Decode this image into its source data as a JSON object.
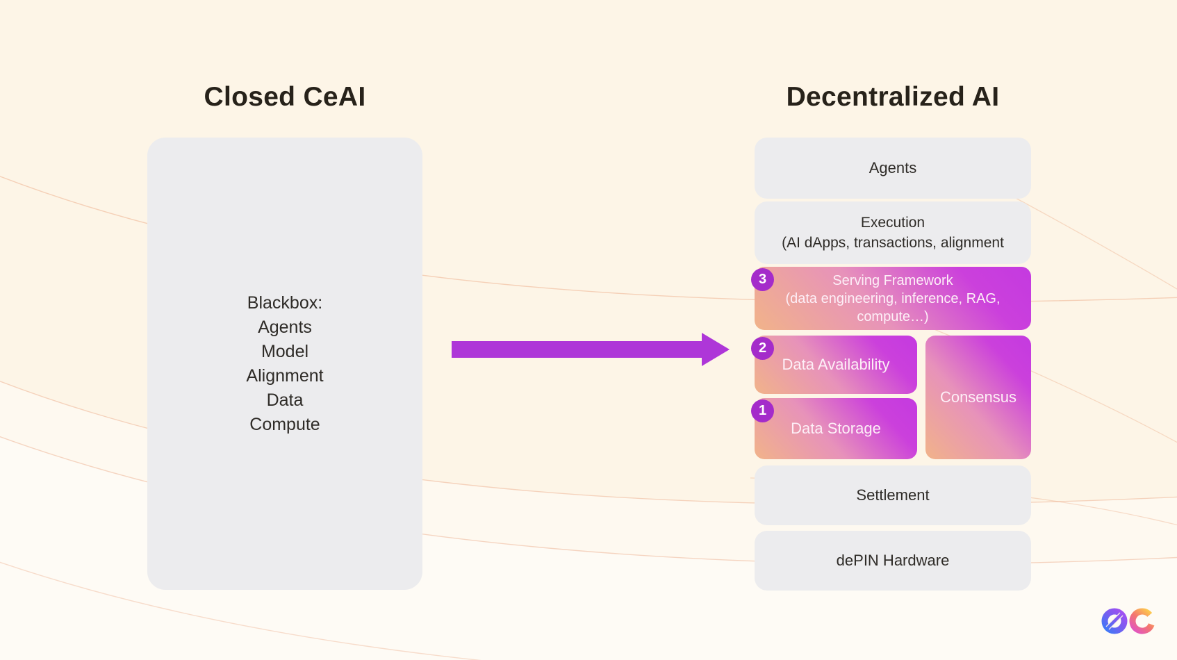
{
  "left_panel": {
    "title": "Closed CeAI",
    "box_lines": [
      "Blackbox:",
      "Agents",
      "Model",
      "Alignment",
      "Data",
      "Compute"
    ]
  },
  "right_panel": {
    "title": "Decentralized AI",
    "agents": {
      "label": "Agents"
    },
    "execution": {
      "line1": "Execution",
      "line2": "(AI dApps, transactions, alignment"
    },
    "serving": {
      "badge": "3",
      "line1": "Serving Framework",
      "line2": "(data engineering, inference, RAG,",
      "line3": "compute…)"
    },
    "data_availability": {
      "badge": "2",
      "label": "Data Availability"
    },
    "consensus": {
      "label": "Consensus"
    },
    "data_storage": {
      "badge": "1",
      "label": "Data Storage"
    },
    "settlement": {
      "label": "Settlement"
    },
    "depin": {
      "label": "dePIN Hardware"
    }
  },
  "colors": {
    "background": "#fdf5e7",
    "panel_gray": "#ececee",
    "arrow_purple": "#ae36d8",
    "badge_purple": "#a42bca",
    "gradient_start": "#f1b389",
    "gradient_mid": "#e792ba",
    "gradient_end": "#c43ae0",
    "title_text": "#27221a",
    "arc_line": "rgba(231,148,106,0.35)"
  }
}
